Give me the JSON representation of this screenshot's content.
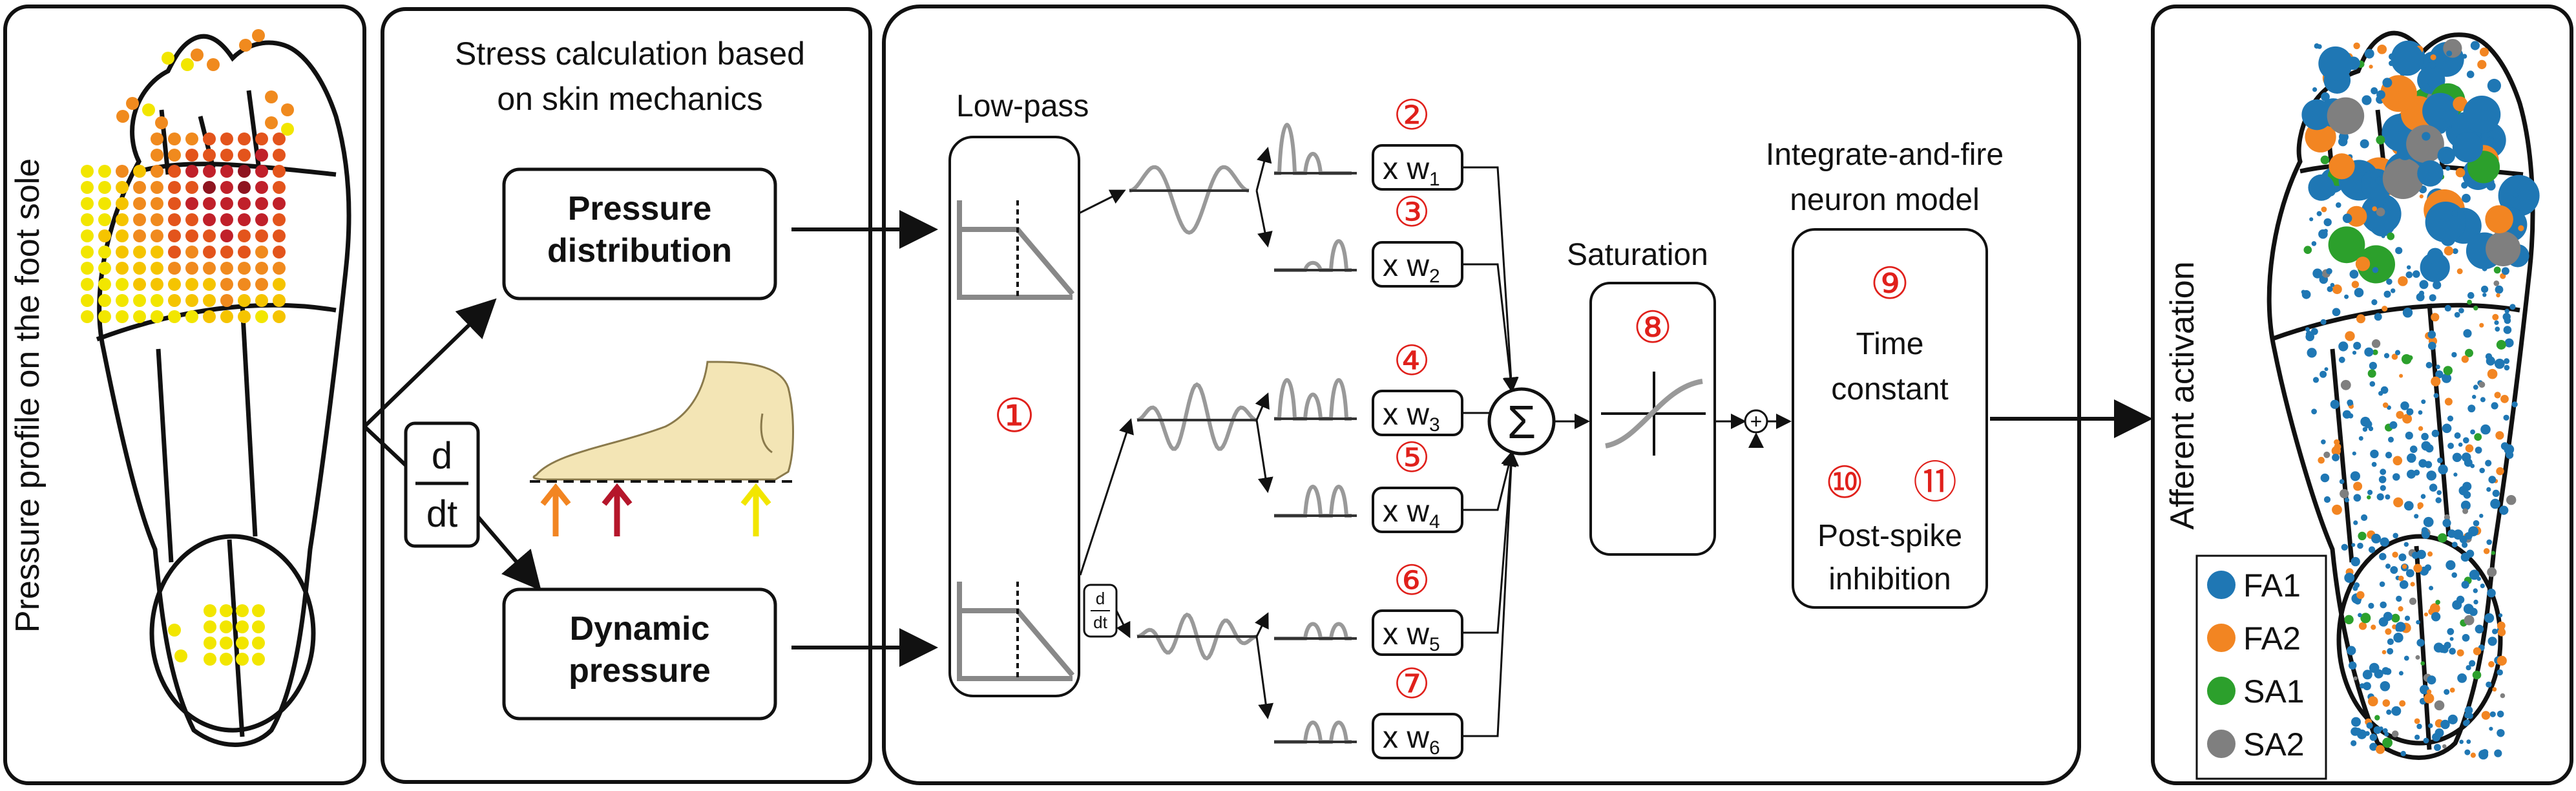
{
  "panel1": {
    "vertical_label": "Pressure profile on the foot sole"
  },
  "panel2": {
    "title_line1": "Stress calculation based",
    "title_line2": "on skin mechanics",
    "box_pressure_line1": "Pressure",
    "box_pressure_line2": "distribution",
    "box_dynamic_line1": "Dynamic",
    "box_dynamic_line2": "pressure",
    "derivative_top": "d",
    "derivative_bottom": "dt"
  },
  "panel3": {
    "lowpass_label": "Low-pass",
    "lowpass_number": "①",
    "small_derivative_top": "d",
    "small_derivative_bottom": "dt",
    "weights": [
      {
        "number": "②",
        "label": "x w",
        "sub": "1"
      },
      {
        "number": "③",
        "label": "x w",
        "sub": "2"
      },
      {
        "number": "④",
        "label": "x w",
        "sub": "3"
      },
      {
        "number": "⑤",
        "label": "x w",
        "sub": "4"
      },
      {
        "number": "⑥",
        "label": "x w",
        "sub": "5"
      },
      {
        "number": "⑦",
        "label": "x w",
        "sub": "6"
      }
    ],
    "sum_symbol": "Σ",
    "saturation_label": "Saturation",
    "saturation_number": "⑧",
    "plus_symbol": "+",
    "if_title_line1": "Integrate-and-fire",
    "if_title_line2": "neuron model",
    "if_num_9": "⑨",
    "if_time_line1": "Time",
    "if_time_line2": "constant",
    "if_num_10": "⑩",
    "if_num_11": "⑪",
    "if_post_line1": "Post-spike",
    "if_post_line2": "inhibition"
  },
  "panel4": {
    "vertical_label": "Afferent activation",
    "legend": [
      {
        "label": "FA1",
        "color": "#1f77b4"
      },
      {
        "label": "FA2",
        "color": "#f28522"
      },
      {
        "label": "SA1",
        "color": "#2ca02c"
      },
      {
        "label": "SA2",
        "color": "#7f7f7f"
      }
    ]
  },
  "colors": {
    "arrow_orange": "#f28522",
    "arrow_red": "#b5162b",
    "arrow_yellow": "#f2e600",
    "accent_red": "#e0201b"
  }
}
